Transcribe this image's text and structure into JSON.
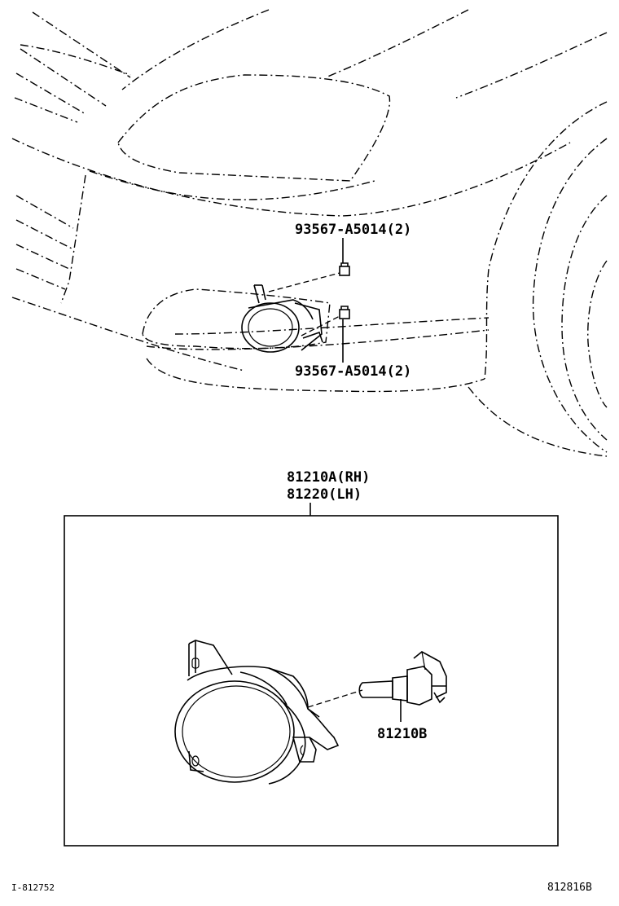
{
  "callouts": {
    "bolt_upper": "93567-A5014(2)",
    "bolt_lower": "93567-A5014(2)",
    "lamp_rh": "81210A(RH)",
    "lamp_lh": "81220(LH)",
    "bulb": "81210B"
  },
  "footer": {
    "left_code": "I-812752",
    "right_code": "812816B"
  }
}
